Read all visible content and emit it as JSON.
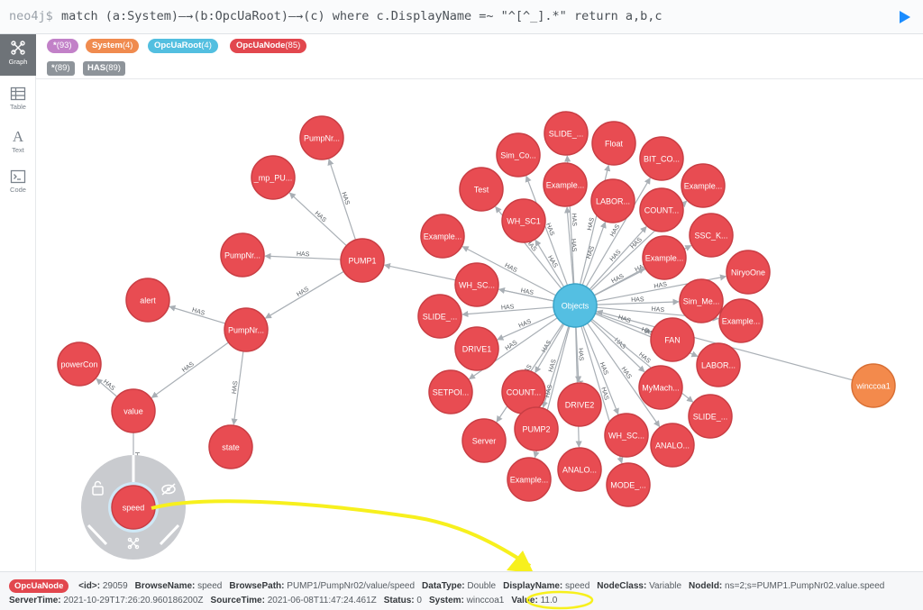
{
  "query": {
    "prompt": "neo4j$",
    "text": "match (a:System)—→(b:OpcUaRoot)—→(c) where c.DisplayName =~ \"^[^_].*\" return a,b,c",
    "run_icon": "play-icon"
  },
  "sidebar": {
    "items": [
      {
        "label": "Graph",
        "icon": "graph-icon",
        "active": true
      },
      {
        "label": "Table",
        "icon": "table-icon",
        "active": false
      },
      {
        "label": "Text",
        "icon": "text-icon",
        "active": false
      },
      {
        "label": "Code",
        "icon": "code-icon",
        "active": false
      }
    ]
  },
  "labels": [
    {
      "name": "*",
      "count": "(93)",
      "color": "#c281c8"
    },
    {
      "name": "System",
      "count": "(4)",
      "color": "#f08b4f"
    },
    {
      "name": "OpcUaRoot",
      "count": "(4)",
      "color": "#53bfe0"
    },
    {
      "name": "OpcUaNode",
      "count": "(85)",
      "color": "#e2474e"
    }
  ],
  "relationships": [
    {
      "name": "*",
      "count": "(89)",
      "color": "#8e949a"
    },
    {
      "name": "HAS",
      "count": "(89)",
      "color": "#8e949a"
    }
  ],
  "colors": {
    "opcuanode": "#e84c52",
    "opcuanode_border": "#c93e44",
    "opcuaroot": "#54bfe2",
    "opcuaroot_border": "#3aa3c7",
    "system": "#f38a4c",
    "system_border": "#d86f34",
    "edge": "#a9afb5",
    "highlight": "#f7f01d"
  },
  "graph": {
    "nodes": [
      {
        "id": "pump1",
        "label": "PUMP1",
        "type": "node"
      },
      {
        "id": "pumpnr_a",
        "label": "PumpNr...",
        "type": "node"
      },
      {
        "id": "mppu",
        "label": "_mp_PU...",
        "type": "node"
      },
      {
        "id": "pumpnr_b",
        "label": "PumpNr...",
        "type": "node"
      },
      {
        "id": "pumpnr_c",
        "label": "PumpNr...",
        "type": "node"
      },
      {
        "id": "alert",
        "label": "alert",
        "type": "node"
      },
      {
        "id": "powercon",
        "label": "powerCon",
        "type": "node"
      },
      {
        "id": "value",
        "label": "value",
        "type": "node"
      },
      {
        "id": "state",
        "label": "state",
        "type": "node"
      },
      {
        "id": "speed",
        "label": "speed",
        "type": "node"
      },
      {
        "id": "objects",
        "label": "Objects",
        "type": "root"
      },
      {
        "id": "winccoa1",
        "label": "winccoa1",
        "type": "system"
      },
      {
        "id": "slide1",
        "label": "SLIDE_...",
        "type": "node"
      },
      {
        "id": "float",
        "label": "Float",
        "type": "node"
      },
      {
        "id": "simco",
        "label": "Sim_Co...",
        "type": "node"
      },
      {
        "id": "bitco",
        "label": "BIT_CO...",
        "type": "node"
      },
      {
        "id": "example1",
        "label": "Example...",
        "type": "node"
      },
      {
        "id": "test",
        "label": "Test",
        "type": "node"
      },
      {
        "id": "labor1",
        "label": "LABOR...",
        "type": "node"
      },
      {
        "id": "example2",
        "label": "Example...",
        "type": "node"
      },
      {
        "id": "whsc1",
        "label": "WH_SC1",
        "type": "node"
      },
      {
        "id": "count1",
        "label": "COUNT...",
        "type": "node"
      },
      {
        "id": "example3",
        "label": "Example...",
        "type": "node"
      },
      {
        "id": "ssck",
        "label": "SSC_K...",
        "type": "node"
      },
      {
        "id": "example4",
        "label": "Example...",
        "type": "node"
      },
      {
        "id": "whsc2",
        "label": "WH_SC...",
        "type": "node"
      },
      {
        "id": "niryoone",
        "label": "NiryoOne",
        "type": "node"
      },
      {
        "id": "simme",
        "label": "Sim_Me...",
        "type": "node"
      },
      {
        "id": "slide2",
        "label": "SLIDE_...",
        "type": "node"
      },
      {
        "id": "example5",
        "label": "Example...",
        "type": "node"
      },
      {
        "id": "fan",
        "label": "FAN",
        "type": "node"
      },
      {
        "id": "drive1",
        "label": "DRIVE1",
        "type": "node"
      },
      {
        "id": "labor2",
        "label": "LABOR...",
        "type": "node"
      },
      {
        "id": "count2",
        "label": "COUNT...",
        "type": "node"
      },
      {
        "id": "setpoi",
        "label": "SETPOI...",
        "type": "node"
      },
      {
        "id": "mymach",
        "label": "MyMach...",
        "type": "node"
      },
      {
        "id": "drive2",
        "label": "DRIVE2",
        "type": "node"
      },
      {
        "id": "slide3",
        "label": "SLIDE_...",
        "type": "node"
      },
      {
        "id": "server",
        "label": "Server",
        "type": "node"
      },
      {
        "id": "pump2",
        "label": "PUMP2",
        "type": "node"
      },
      {
        "id": "whsc3",
        "label": "WH_SC...",
        "type": "node"
      },
      {
        "id": "analo1",
        "label": "ANALO...",
        "type": "node"
      },
      {
        "id": "example6",
        "label": "Example...",
        "type": "node"
      },
      {
        "id": "analo2",
        "label": "ANALO...",
        "type": "node"
      },
      {
        "id": "mode",
        "label": "MODE_...",
        "type": "node"
      }
    ],
    "edges": [
      {
        "from": "pump1",
        "to": "pumpnr_a",
        "label": "HAS"
      },
      {
        "from": "pump1",
        "to": "mppu",
        "label": "HAS"
      },
      {
        "from": "pump1",
        "to": "pumpnr_b",
        "label": "HAS"
      },
      {
        "from": "pump1",
        "to": "pumpnr_c",
        "label": "HAS"
      },
      {
        "from": "pumpnr_c",
        "to": "alert",
        "label": "HAS"
      },
      {
        "from": "pumpnr_c",
        "to": "value",
        "label": "HAS"
      },
      {
        "from": "pumpnr_c",
        "to": "state",
        "label": "HAS"
      },
      {
        "from": "value",
        "to": "powercon",
        "label": "HAS"
      },
      {
        "from": "value",
        "to": "speed",
        "label": "HAS"
      },
      {
        "from": "objects",
        "to": "pump1",
        "label": ""
      },
      {
        "from": "winccoa1",
        "to": "objects",
        "label": ""
      },
      {
        "from": "objects",
        "to": "slide1",
        "label": "HAS"
      },
      {
        "from": "objects",
        "to": "float",
        "label": "HAS"
      },
      {
        "from": "objects",
        "to": "simco",
        "label": "HAS"
      },
      {
        "from": "objects",
        "to": "bitco",
        "label": "HAS"
      },
      {
        "from": "objects",
        "to": "example1",
        "label": "HAS"
      },
      {
        "from": "objects",
        "to": "test",
        "label": "HAS"
      },
      {
        "from": "objects",
        "to": "labor1",
        "label": "HAS"
      },
      {
        "from": "objects",
        "to": "example2",
        "label": "HAS"
      },
      {
        "from": "objects",
        "to": "whsc1",
        "label": "HAS"
      },
      {
        "from": "objects",
        "to": "count1",
        "label": "HAS"
      },
      {
        "from": "objects",
        "to": "example3",
        "label": "HAS"
      },
      {
        "from": "objects",
        "to": "ssck",
        "label": "HAS"
      },
      {
        "from": "objects",
        "to": "example4",
        "label": "HAS"
      },
      {
        "from": "objects",
        "to": "whsc2",
        "label": "HAS"
      },
      {
        "from": "objects",
        "to": "niryoone",
        "label": "HAS"
      },
      {
        "from": "objects",
        "to": "simme",
        "label": "HAS"
      },
      {
        "from": "objects",
        "to": "slide2",
        "label": "HAS"
      },
      {
        "from": "objects",
        "to": "example5",
        "label": "HAS"
      },
      {
        "from": "objects",
        "to": "fan",
        "label": "HAS"
      },
      {
        "from": "objects",
        "to": "drive1",
        "label": "HAS"
      },
      {
        "from": "objects",
        "to": "labor2",
        "label": "HAS"
      },
      {
        "from": "objects",
        "to": "count2",
        "label": "HAS"
      },
      {
        "from": "objects",
        "to": "setpoi",
        "label": "HAS"
      },
      {
        "from": "objects",
        "to": "mymach",
        "label": "HAS"
      },
      {
        "from": "objects",
        "to": "drive2",
        "label": "HAS"
      },
      {
        "from": "objects",
        "to": "slide3",
        "label": "HAS"
      },
      {
        "from": "objects",
        "to": "server",
        "label": "HAS"
      },
      {
        "from": "objects",
        "to": "pump2",
        "label": "HAS"
      },
      {
        "from": "objects",
        "to": "whsc3",
        "label": "HAS"
      },
      {
        "from": "objects",
        "to": "analo1",
        "label": "HAS"
      },
      {
        "from": "objects",
        "to": "example6",
        "label": "HAS"
      },
      {
        "from": "objects",
        "to": "analo2",
        "label": "HAS"
      },
      {
        "from": "objects",
        "to": "mode",
        "label": "HAS"
      }
    ]
  },
  "selected_menu_icons": [
    "lock-icon",
    "eye-off-icon",
    "expand-icon"
  ],
  "details": {
    "label": "OpcUaNode",
    "line1": [
      {
        "key": "<id>:",
        "value": "29059"
      },
      {
        "key": "BrowseName:",
        "value": "speed"
      },
      {
        "key": "BrowsePath:",
        "value": "PUMP1/PumpNr02/value/speed"
      },
      {
        "key": "DataType:",
        "value": "Double"
      },
      {
        "key": "DisplayName:",
        "value": "speed"
      },
      {
        "key": "NodeClass:",
        "value": "Variable"
      },
      {
        "key": "NodeId:",
        "value": "ns=2;s=PUMP1.PumpNr02.value.speed"
      }
    ],
    "line2": [
      {
        "key": "ServerTime:",
        "value": "2021-10-29T17:26:20.960186200Z"
      },
      {
        "key": "SourceTime:",
        "value": "2021-06-08T11:47:24.461Z"
      },
      {
        "key": "Status:",
        "value": "0"
      },
      {
        "key": "System:",
        "value": "winccoa1"
      },
      {
        "key": "Value:",
        "value": "11.0"
      }
    ]
  }
}
